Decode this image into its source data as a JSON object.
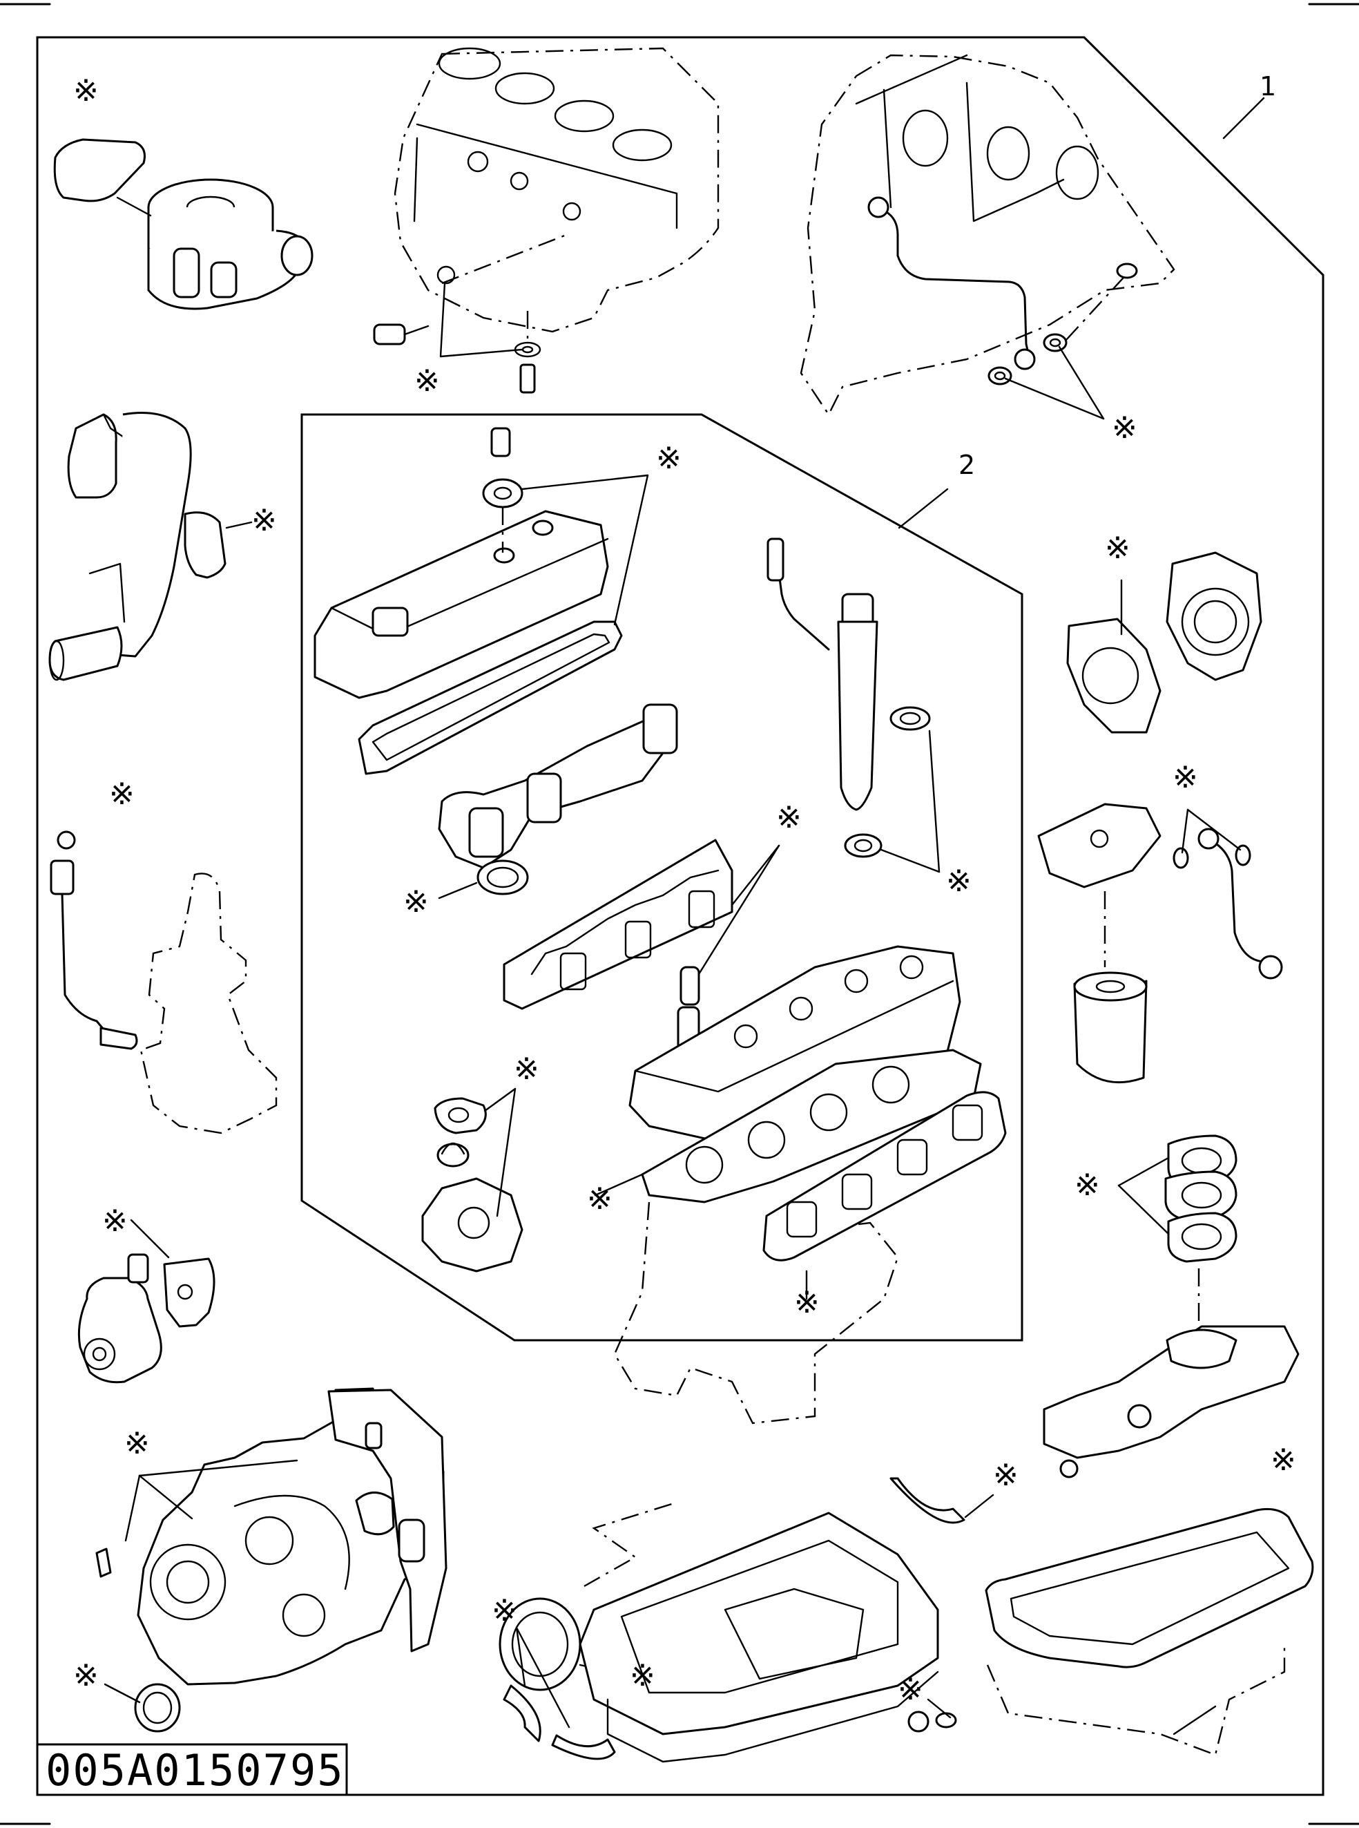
{
  "drawing": {
    "code": "005A0150795",
    "callouts": [
      "1",
      "2"
    ],
    "kit_marker": "※"
  }
}
